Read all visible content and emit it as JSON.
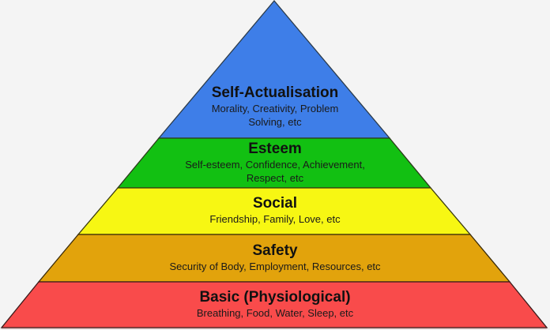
{
  "diagram": {
    "type": "pyramid",
    "levels": [
      {
        "title": "Self-Actualisation",
        "description_line1": "Morality, Creativity, Problem",
        "description_line2": "Solving, etc",
        "color": "#3e7ee8"
      },
      {
        "title": "Esteem",
        "description_line1": "Self-esteem, Confidence, Achievement,",
        "description_line2": "Respect, etc",
        "color": "#12c012"
      },
      {
        "title": "Social",
        "description_line1": "Friendship, Family, Love, etc",
        "color": "#f7f713"
      },
      {
        "title": "Safety",
        "description_line1": "Security of Body, Employment, Resources, etc",
        "color": "#e2a30c"
      },
      {
        "title": "Basic (Physiological)",
        "description_line1": "Breathing, Food, Water, Sleep, etc",
        "color": "#f94b4b"
      }
    ]
  }
}
